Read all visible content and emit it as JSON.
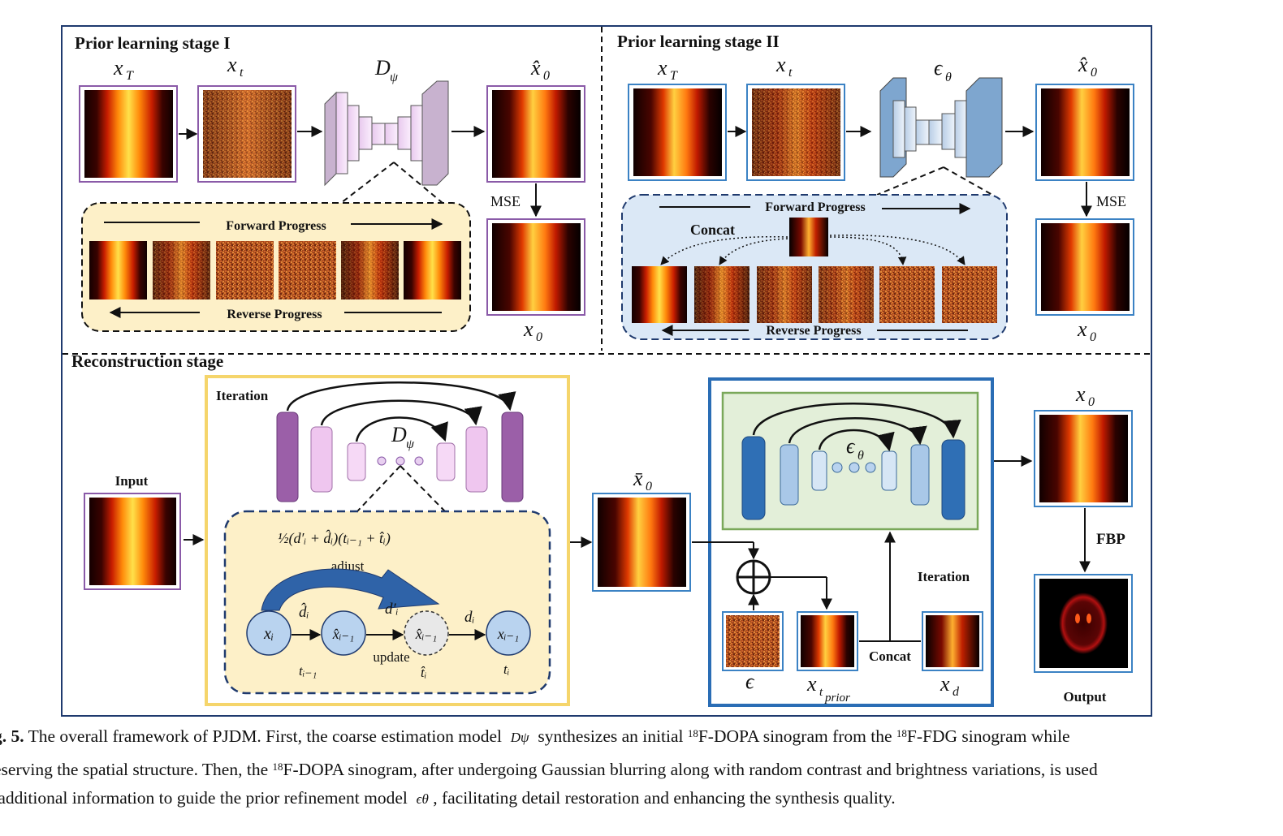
{
  "stage1": {
    "title": "Prior learning stage I",
    "label_xT": "x_T",
    "label_xt": "x_t",
    "model": "D_ψ",
    "label_x0hat": "x̂_0",
    "label_mse": "MSE",
    "label_x0": "x_0",
    "forward": "Forward Progress",
    "reverse": "Reverse Progress"
  },
  "stage2": {
    "title": "Prior learning stage II",
    "label_xT": "x_T",
    "label_xt": "x_t",
    "model": "ϵ_θ",
    "label_x0hat": "x̂_0",
    "label_mse": "MSE",
    "label_x0": "x_0",
    "forward": "Forward Progress",
    "reverse": "Reverse Progress",
    "concat": "Concat"
  },
  "recon": {
    "title": "Reconstruction stage",
    "input": "Input",
    "iteration_left": "Iteration",
    "model_left": "D_ψ",
    "formula": "½(d′ᵢ + d̂ᵢ)(tᵢ₋₁ + t̂ᵢ)",
    "adjust": "adjust",
    "node_xi": "xᵢ",
    "node_xhat": "x̂ᵢ₋₁",
    "node_xhat2": "x̂ᵢ₋₁",
    "node_xi1": "xᵢ₋₁",
    "edge_dhat": "d̂ᵢ",
    "edge_dprime": "d′ᵢ",
    "edge_d": "dᵢ",
    "t_prev": "tᵢ₋₁",
    "t_hat": "t̂ᵢ",
    "t_i": "tᵢ",
    "update": "update",
    "label_x0bar": "x̄_0",
    "model_right": "ϵ_θ",
    "iteration_right": "Iteration",
    "concat": "Concat",
    "label_eps": "ϵ",
    "label_xtprior": "x_tprior",
    "label_xd": "x_d",
    "label_x0": "x_0",
    "fbp": "FBP",
    "output": "Output"
  },
  "caption": {
    "fig_label": "g. 5.",
    "line1_a": "The overall framework of PJDM. First, the coarse estimation model",
    "line1_sym": "Dψ",
    "line1_b": "synthesizes an initial",
    "sup18a": "18",
    "line1_c": "F-DOPA sinogram from the",
    "sup18b": "18",
    "line1_d": "F-FDG sinogram while",
    "line2_a": "eserving the spatial structure. Then, the",
    "sup18c": "18",
    "line2_b": "F-DOPA sinogram, after undergoing Gaussian blurring along with random contrast and brightness variations, is used",
    "line3_a": "additional information to guide the prior refinement model",
    "line3_sym": "ϵθ",
    "line3_b": ", facilitating detail restoration and enhancing the synthesis quality."
  },
  "colors": {
    "frame": "#1f3a6e",
    "stage1_panel": "#fdf0c8",
    "stage2_panel": "#dbe8f6",
    "recon_left_border": "#f5d56b",
    "recon_right_border": "#2a6db5",
    "green_panel": "#e3efd9",
    "purple_block": "#9b5fa8",
    "pink_block": "#efc6ef",
    "blue_block": "#2f6fb5",
    "light_blue_block": "#a9c8e8",
    "node_fill": "#b9d3ef",
    "adjust_arrow": "#2f63a8"
  }
}
